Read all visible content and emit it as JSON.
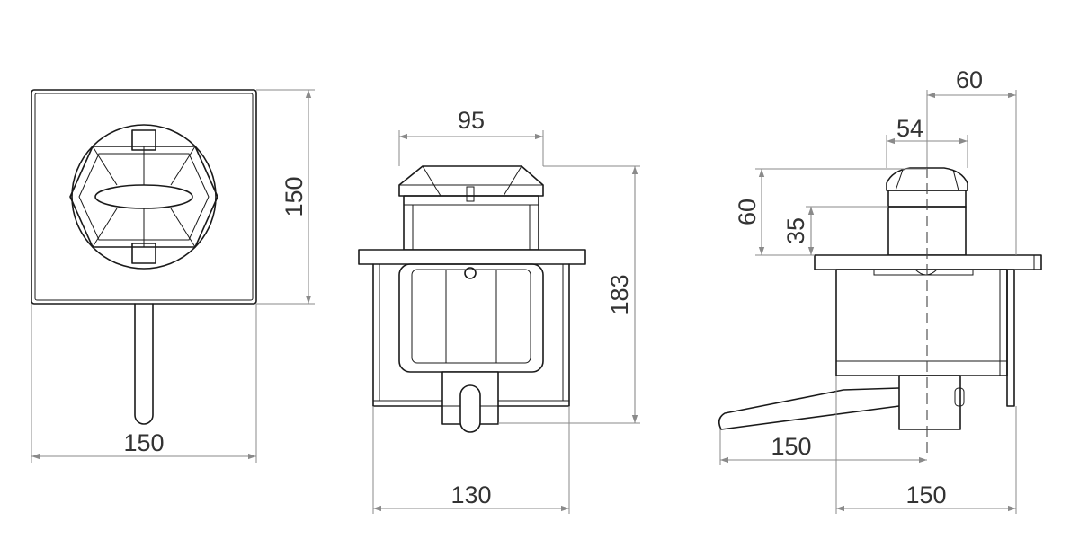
{
  "drawing": {
    "front_view": {
      "width_label": "150",
      "height_label": "150"
    },
    "side_view": {
      "top_width_label": "95",
      "height_label": "183",
      "base_width_label": "130"
    },
    "right_view": {
      "offset_label": "60",
      "cap_width_label": "54",
      "cap_height_label": "60",
      "collar_height_label": "35",
      "lever_length_label": "150",
      "body_width_label": "150"
    },
    "colors": {
      "line": "#1a1a1a",
      "dimension": "#8a8a8a",
      "background": "#ffffff"
    }
  }
}
